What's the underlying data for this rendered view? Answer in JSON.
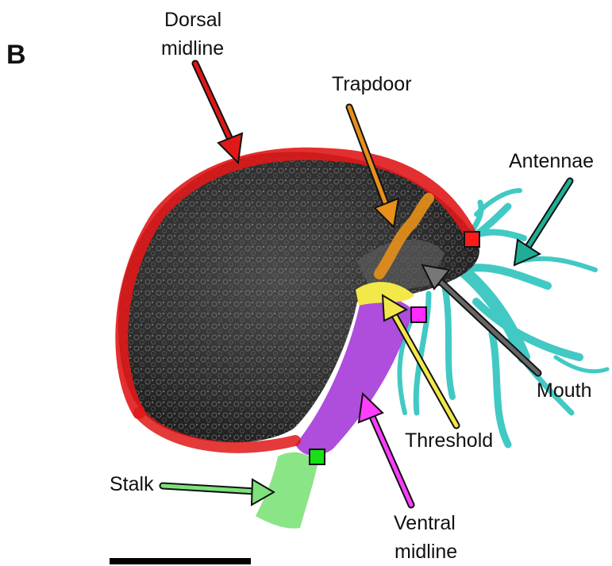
{
  "figure": {
    "panel_letter": "B",
    "labels": {
      "dorsal_line1": "Dorsal",
      "dorsal_line2": "midline",
      "trapdoor": "Trapdoor",
      "antennae": "Antennae",
      "mouth": "Mouth",
      "threshold": "Threshold",
      "stalk": "Stalk",
      "ventral_line1": "Ventral",
      "ventral_line2": "midline"
    },
    "colors": {
      "dorsal_midline": "#e01818",
      "trapdoor": "#e8901a",
      "antennae": "#2ec4be",
      "mouth_arrow": "#555555",
      "threshold": "#f2e84a",
      "ventral_midline": "#a63ad8",
      "stalk": "#7de27a",
      "marker_red": "#ff1a1a",
      "marker_magenta": "#ff2bff",
      "marker_green": "#17e017"
    }
  }
}
